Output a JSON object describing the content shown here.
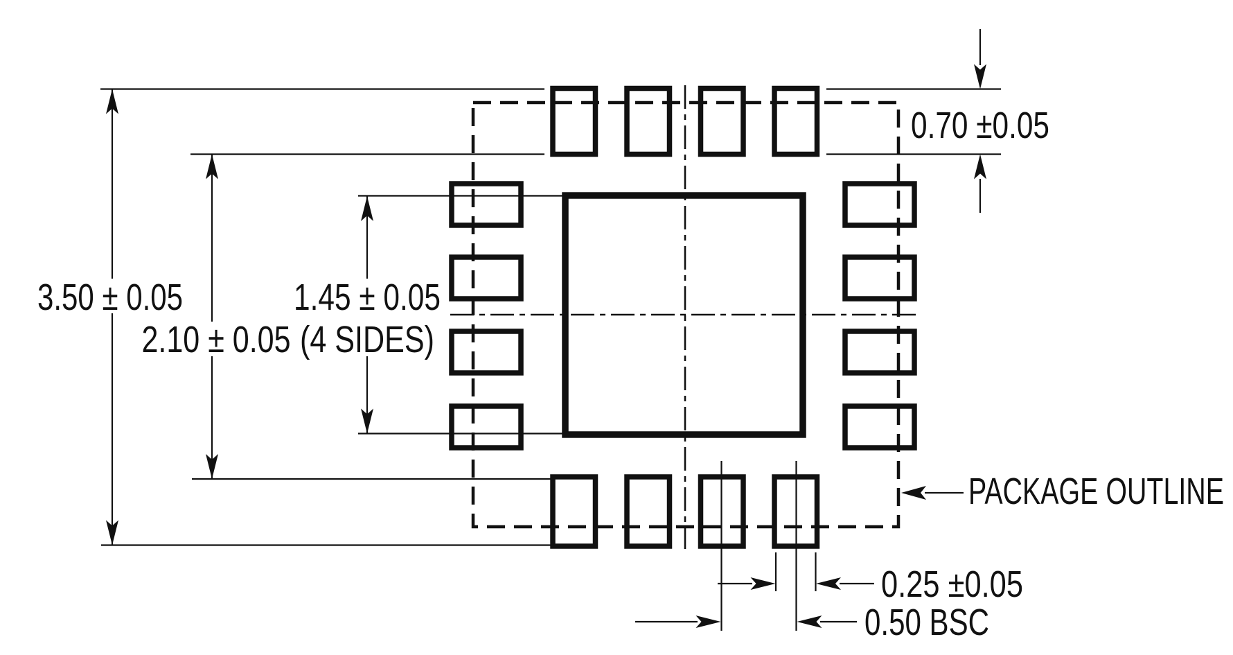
{
  "drawing": {
    "kind": "package-land-pattern",
    "pads_per_side": 4,
    "total_pads": 16,
    "colors": {
      "ink": "#111111",
      "background": "#ffffff"
    },
    "dimensions": {
      "overall_height": "3.50 ± 0.05",
      "inner_pad_span": "2.10 ± 0.05",
      "exposed_pad": "1.45 ± 0.05",
      "exposed_pad_note": "(4 SIDES)",
      "pad_length": "0.70 ±0.05",
      "pad_width": "0.25 ±0.05",
      "pad_pitch": "0.50 BSC"
    },
    "callouts": {
      "package_outline": "PACKAGE OUTLINE"
    }
  }
}
